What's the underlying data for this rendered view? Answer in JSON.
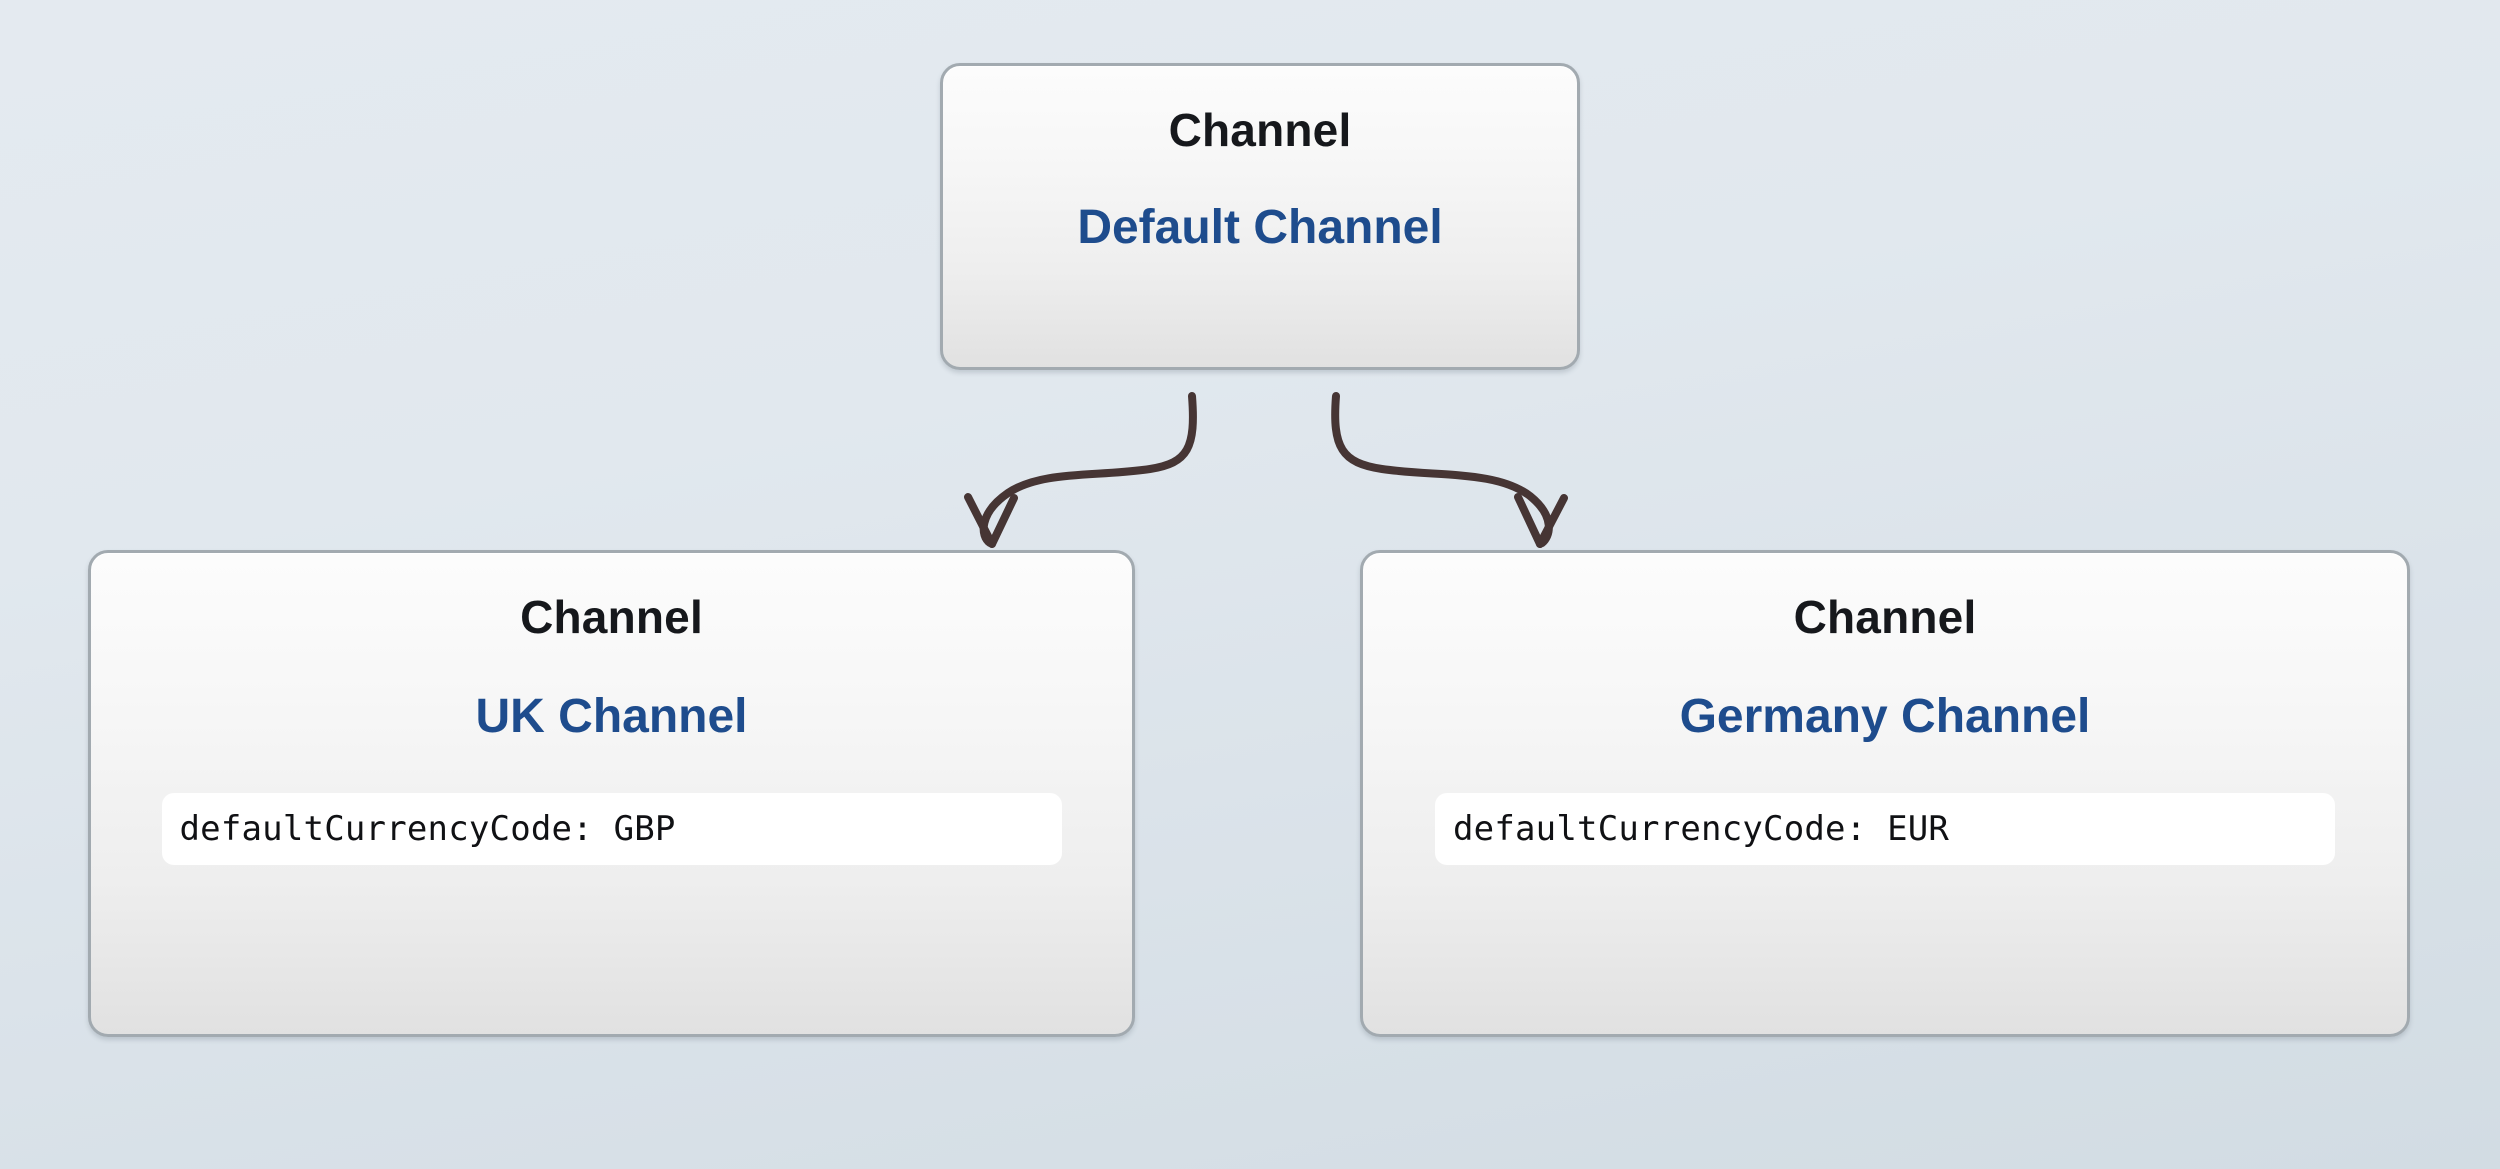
{
  "diagram": {
    "type": "hierarchy",
    "background_top_color": "#e4eaf0",
    "background_bottom_color": "#d2dce3",
    "node_border_color": "#a2aab0",
    "node_type_color": "#16181c",
    "node_title_color": "#1e4c8d",
    "edge_color": "#463534",
    "nodes": [
      {
        "id": "root",
        "type_label": "Channel",
        "title": "Default Channel",
        "properties": []
      },
      {
        "id": "uk",
        "type_label": "Channel",
        "title": "UK Channel",
        "properties": [
          "defaultCurrencyCode: GBP"
        ]
      },
      {
        "id": "germany",
        "type_label": "Channel",
        "title": "Germany Channel",
        "properties": [
          "defaultCurrencyCode: EUR"
        ]
      }
    ],
    "edges": [
      {
        "from": "root",
        "to": "uk",
        "style": "curved-arrow"
      },
      {
        "from": "root",
        "to": "germany",
        "style": "curved-arrow"
      }
    ]
  }
}
